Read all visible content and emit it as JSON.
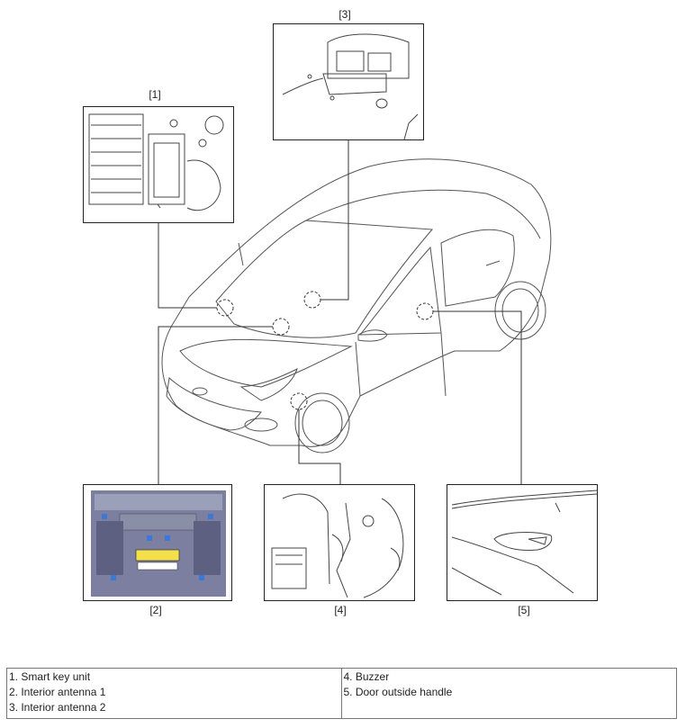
{
  "panel_labels": {
    "p1": "[1]",
    "p2": "[2]",
    "p3": "[3]",
    "p4": "[4]",
    "p5": "[5]"
  },
  "legend": {
    "left": [
      "1. Smart key unit",
      "2. Interior antenna 1",
      "3. Interior antenna 2"
    ],
    "right": [
      "4. Buzzer",
      "5. Door outside handle"
    ]
  },
  "colors": {
    "line": "#333333",
    "panel2_bg": "#7c7fa0",
    "panel2_accent": "#f4e04a"
  }
}
